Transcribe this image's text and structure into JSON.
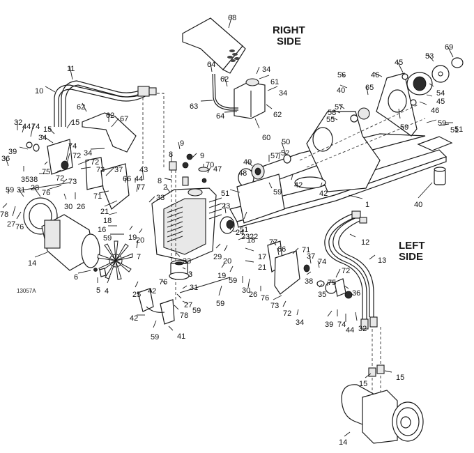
{
  "diagram": {
    "type": "exploded-parts-view",
    "figure_id": "13057A",
    "side_labels": {
      "right": [
        "RIGHT",
        "SIDE"
      ],
      "left": [
        "LEFT",
        "SIDE"
      ]
    },
    "callouts": [
      {
        "n": "68"
      },
      {
        "n": "64"
      },
      {
        "n": "62"
      },
      {
        "n": "34"
      },
      {
        "n": "61"
      },
      {
        "n": "34"
      },
      {
        "n": "63"
      },
      {
        "n": "64"
      },
      {
        "n": "62"
      },
      {
        "n": "60"
      },
      {
        "n": "11"
      },
      {
        "n": "10"
      },
      {
        "n": "62"
      },
      {
        "n": "62"
      },
      {
        "n": "67"
      },
      {
        "n": "32"
      },
      {
        "n": "44"
      },
      {
        "n": "74"
      },
      {
        "n": "15"
      },
      {
        "n": "15"
      },
      {
        "n": "34"
      },
      {
        "n": "39"
      },
      {
        "n": "36"
      },
      {
        "n": "74"
      },
      {
        "n": "72"
      },
      {
        "n": "34"
      },
      {
        "n": "72"
      },
      {
        "n": "73"
      },
      {
        "n": "75"
      },
      {
        "n": "35"
      },
      {
        "n": "38"
      },
      {
        "n": "72"
      },
      {
        "n": "73"
      },
      {
        "n": "37"
      },
      {
        "n": "59"
      },
      {
        "n": "31"
      },
      {
        "n": "28"
      },
      {
        "n": "76"
      },
      {
        "n": "78"
      },
      {
        "n": "27"
      },
      {
        "n": "76"
      },
      {
        "n": "30"
      },
      {
        "n": "26"
      },
      {
        "n": "71"
      },
      {
        "n": "21"
      },
      {
        "n": "18"
      },
      {
        "n": "16"
      },
      {
        "n": "59"
      },
      {
        "n": "19"
      },
      {
        "n": "66"
      },
      {
        "n": "44"
      },
      {
        "n": "43"
      },
      {
        "n": "77"
      },
      {
        "n": "33"
      },
      {
        "n": "8"
      },
      {
        "n": "8"
      },
      {
        "n": "9"
      },
      {
        "n": "9"
      },
      {
        "n": "70"
      },
      {
        "n": "47"
      },
      {
        "n": "2"
      },
      {
        "n": "48"
      },
      {
        "n": "49"
      },
      {
        "n": "57"
      },
      {
        "n": "52"
      },
      {
        "n": "50"
      },
      {
        "n": "51"
      },
      {
        "n": "59"
      },
      {
        "n": "42"
      },
      {
        "n": "42"
      },
      {
        "n": "23"
      },
      {
        "n": "24"
      },
      {
        "n": "51"
      },
      {
        "n": "23"
      },
      {
        "n": "22"
      },
      {
        "n": "1"
      },
      {
        "n": "40"
      },
      {
        "n": "51"
      },
      {
        "n": "40"
      },
      {
        "n": "56"
      },
      {
        "n": "57"
      },
      {
        "n": "58"
      },
      {
        "n": "55"
      },
      {
        "n": "65"
      },
      {
        "n": "46"
      },
      {
        "n": "45"
      },
      {
        "n": "53"
      },
      {
        "n": "69"
      },
      {
        "n": "54"
      },
      {
        "n": "45"
      },
      {
        "n": "46"
      },
      {
        "n": "59"
      },
      {
        "n": "59"
      },
      {
        "n": "51"
      },
      {
        "n": "14"
      },
      {
        "n": "6"
      },
      {
        "n": "5"
      },
      {
        "n": "4"
      },
      {
        "n": "20"
      },
      {
        "n": "7"
      },
      {
        "n": "25"
      },
      {
        "n": "3"
      },
      {
        "n": "33"
      },
      {
        "n": "76"
      },
      {
        "n": "42"
      },
      {
        "n": "31"
      },
      {
        "n": "27"
      },
      {
        "n": "78"
      },
      {
        "n": "59"
      },
      {
        "n": "42"
      },
      {
        "n": "59"
      },
      {
        "n": "41"
      },
      {
        "n": "59"
      },
      {
        "n": "29"
      },
      {
        "n": "20"
      },
      {
        "n": "19"
      },
      {
        "n": "59"
      },
      {
        "n": "17"
      },
      {
        "n": "21"
      },
      {
        "n": "18"
      },
      {
        "n": "77"
      },
      {
        "n": "66"
      },
      {
        "n": "71"
      },
      {
        "n": "37"
      },
      {
        "n": "74"
      },
      {
        "n": "38"
      },
      {
        "n": "72"
      },
      {
        "n": "75"
      },
      {
        "n": "36"
      },
      {
        "n": "30"
      },
      {
        "n": "26"
      },
      {
        "n": "76"
      },
      {
        "n": "73"
      },
      {
        "n": "72"
      },
      {
        "n": "34"
      },
      {
        "n": "35"
      },
      {
        "n": "39"
      },
      {
        "n": "74"
      },
      {
        "n": "44"
      },
      {
        "n": "32"
      },
      {
        "n": "12"
      },
      {
        "n": "13"
      },
      {
        "n": "15"
      },
      {
        "n": "15"
      },
      {
        "n": "14"
      },
      {
        "n": "3"
      }
    ]
  }
}
